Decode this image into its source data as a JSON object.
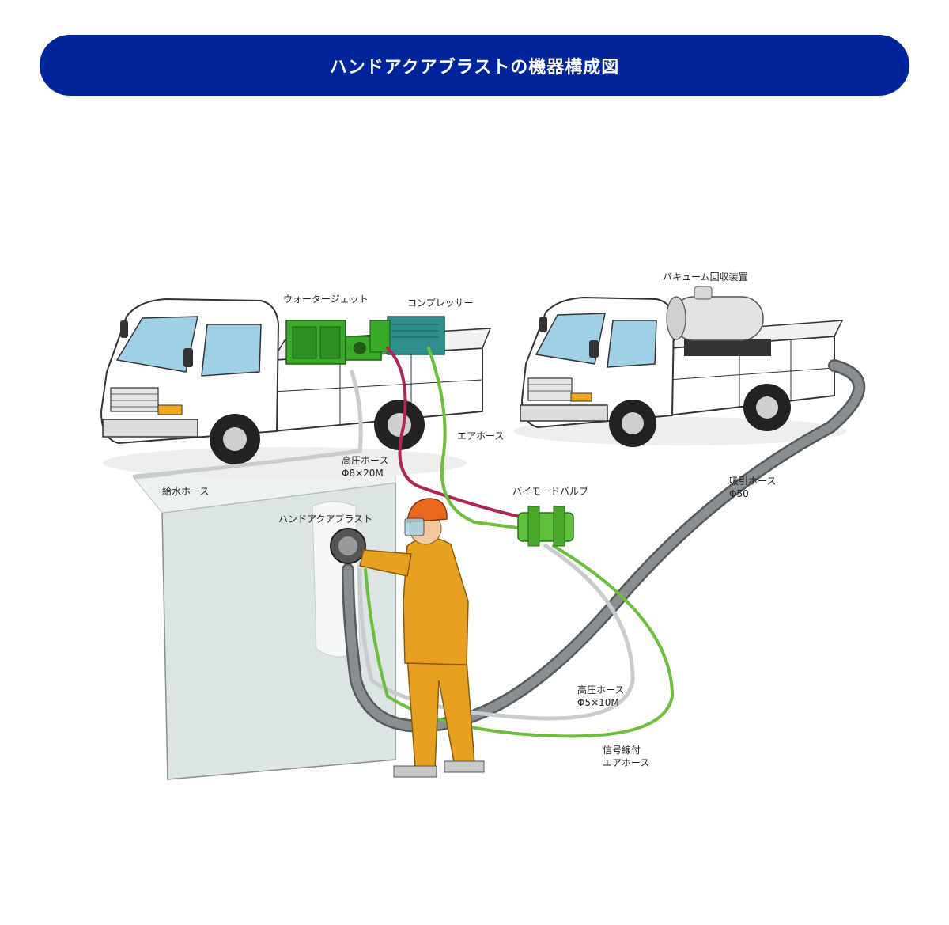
{
  "title": "ハンドアクアブラストの機器構成図",
  "colors": {
    "title_bg": "#00259a",
    "hose_red": "#b0264f",
    "hose_green": "#6cbf3a",
    "hose_gray": "#8a8e90",
    "hose_light": "#c9ccce",
    "machine_green": "#3aaa2a",
    "compressor_teal": "#2f8f8c",
    "tank_gray": "#e3e3e3",
    "suit_orange": "#e8a020",
    "helmet_orange": "#e8691e",
    "window_blue": "#9fd0e6",
    "wall_gray": "#dde4e4"
  },
  "labels": {
    "water_jet": "ウォータージェット",
    "compressor": "コンプレッサー",
    "vacuum": "バキューム回収装置",
    "air_hose": "エアホース",
    "hp_hose_1_name": "高圧ホース",
    "hp_hose_1_spec": "Φ8×20M",
    "supply_hose": "給水ホース",
    "bimode_valve": "バイモードバルブ",
    "suction_hose_name": "吸引ホース",
    "suction_hose_spec": "Φ50",
    "hand_aqua": "ハンドアクアブラスト",
    "hp_hose_2_name": "高圧ホース",
    "hp_hose_2_spec": "Φ5×10M",
    "signal_air_1": "信号線付",
    "signal_air_2": "エアホース"
  }
}
